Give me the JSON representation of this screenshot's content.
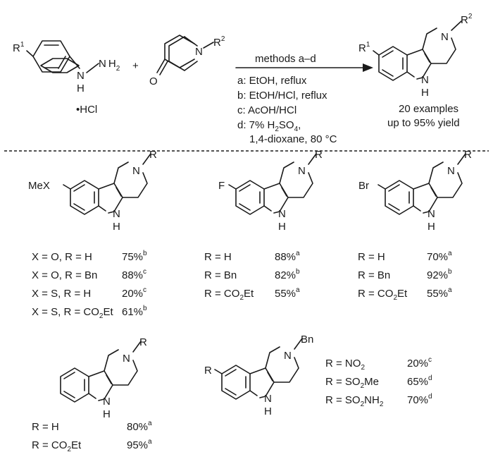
{
  "reaction": {
    "reactant_hydrazine": {
      "r_label": "R",
      "r_num": "1",
      "nh": "N",
      "h": "H",
      "nh2_n": "N",
      "nh2_h": "H",
      "nh2_2": "2",
      "salt": "HCl",
      "dot": "•"
    },
    "plus": "+",
    "reactant_piperidone": {
      "o_label": "O",
      "n_label": "N",
      "r_label": "R",
      "r_num": "2"
    },
    "arrow_label": "methods a–d",
    "conditions": {
      "a": "a: EtOH, reflux",
      "b": "b: EtOH/HCl, reflux",
      "c": "c: AcOH/HCl",
      "d_line1_pre": "d: 7% H",
      "d_line1_sub1": "2",
      "d_line1_mid": "SO",
      "d_line1_sub2": "4",
      "d_line1_post": ",",
      "d_line2": "1,4-dioxane, 80 °C"
    },
    "product": {
      "r1": "R",
      "r1_num": "1",
      "n_ring": "N",
      "r2": "R",
      "r2_num": "2",
      "nh_n": "N",
      "nh_h": "H"
    },
    "summary": [
      "20 examples",
      "up to 95% yield"
    ]
  },
  "examples": [
    {
      "substituent": "MeX",
      "n_label": "N",
      "r_label": "R",
      "nh_n": "N",
      "nh_h": "H",
      "rows": [
        {
          "pre": "X = O, R = H",
          "yield": "75%",
          "method": "b"
        },
        {
          "pre": "X = O, R = Bn",
          "yield": "88%",
          "method": "c"
        },
        {
          "pre": "X = S, R = H",
          "yield": "20%",
          "method": "c"
        },
        {
          "pre": "X = S, R = CO",
          "sub": "2",
          "post": "Et",
          "yield": "61%",
          "method": "b"
        }
      ]
    },
    {
      "substituent": "F",
      "n_label": "N",
      "r_label": "R",
      "nh_n": "N",
      "nh_h": "H",
      "rows": [
        {
          "pre": "R = H",
          "yield": "88%",
          "method": "a"
        },
        {
          "pre": "R = Bn",
          "yield": "82%",
          "method": "b"
        },
        {
          "pre": "R = CO",
          "sub": "2",
          "post": "Et",
          "yield": "55%",
          "method": "a"
        }
      ]
    },
    {
      "substituent": "Br",
      "n_label": "N",
      "r_label": "R",
      "nh_n": "N",
      "nh_h": "H",
      "rows": [
        {
          "pre": "R = H",
          "yield": "70%",
          "method": "a"
        },
        {
          "pre": "R = Bn",
          "yield": "92%",
          "method": "b"
        },
        {
          "pre": "R = CO",
          "sub": "2",
          "post": "Et",
          "yield": "55%",
          "method": "a"
        }
      ]
    },
    {
      "substituent": "",
      "n_label": "N",
      "r_label": "R",
      "nh_n": "N",
      "nh_h": "H",
      "rows": [
        {
          "pre": "R = H",
          "yield": "80%",
          "method": "a"
        },
        {
          "pre": "R = CO",
          "sub": "2",
          "post": "Et",
          "yield": "95%",
          "method": "a"
        }
      ]
    },
    {
      "substituent": "R",
      "n_label": "N",
      "r_label": "Bn",
      "nh_n": "N",
      "nh_h": "H",
      "rows": [
        {
          "pre": "R = NO",
          "sub": "2",
          "post": "",
          "yield": "20%",
          "method": "c"
        },
        {
          "pre": "R = SO",
          "sub": "2",
          "post": "Me",
          "yield": "65%",
          "method": "d"
        },
        {
          "pre": "R = SO",
          "sub": "2",
          "post": "NH",
          "sub2": "2",
          "yield": "70%",
          "method": "d"
        }
      ]
    }
  ]
}
